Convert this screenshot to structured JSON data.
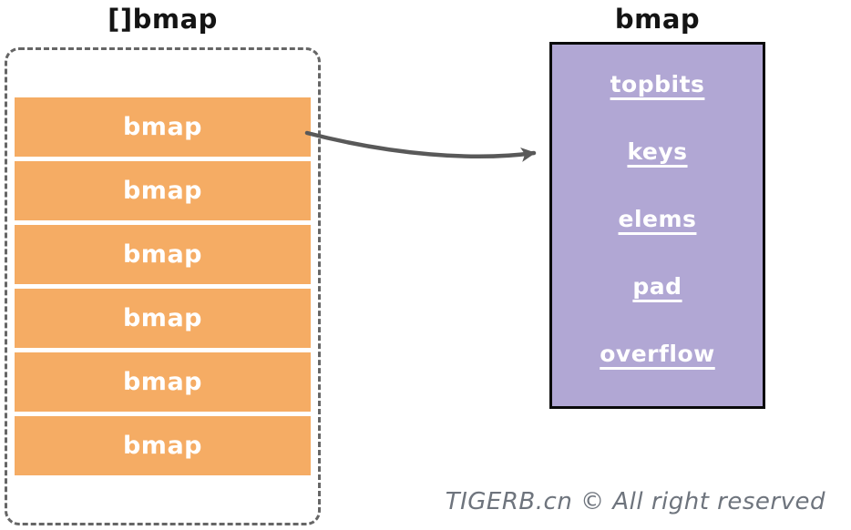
{
  "left_panel": {
    "title": "[]bmap",
    "items": [
      "bmap",
      "bmap",
      "bmap",
      "bmap",
      "bmap",
      "bmap"
    ]
  },
  "right_panel": {
    "title": "bmap",
    "fields": [
      "topbits",
      "keys",
      "elems",
      "pad",
      "overflow"
    ]
  },
  "arrow": {
    "from": "bmap-array-item-0",
    "to": "bmap-struct-box"
  },
  "watermark": "TIGERB.cn © All right reserved",
  "colors": {
    "orange": "#F5AC64",
    "purple": "#B1A7D4",
    "dash_border": "#666666",
    "box_border": "#0a0a0a",
    "arrow": "#595959",
    "title": "#141414",
    "label_text": "#ffffff",
    "watermark": "#6E747D"
  }
}
